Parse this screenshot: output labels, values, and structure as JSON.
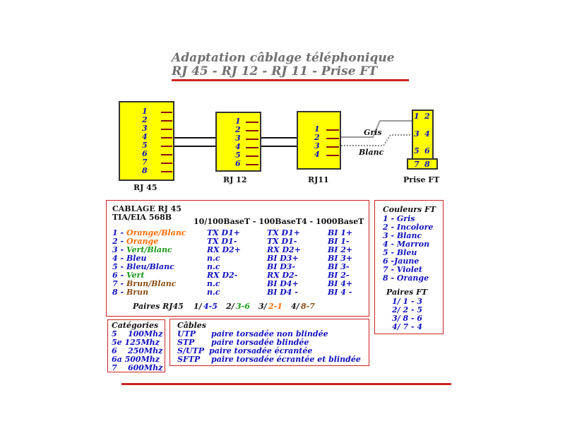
{
  "title": {
    "line1": "Adaptation câblage téléphonique",
    "line2": "RJ 45 - RJ 12 - RJ 11 - Prise FT"
  },
  "connectors": {
    "rj45": {
      "label": "RJ 45",
      "pins": [
        "1",
        "2",
        "3",
        "4",
        "5",
        "6",
        "7",
        "8"
      ]
    },
    "rj12": {
      "label": "RJ 12",
      "pins": [
        "1",
        "2",
        "3",
        "4",
        "5",
        "6"
      ]
    },
    "rj11": {
      "label": "RJ11",
      "pins": [
        "1",
        "2",
        "3",
        "4"
      ]
    },
    "prise_ft": {
      "label": "Prise FT",
      "pins": [
        "1",
        "2",
        "3",
        "4",
        "5",
        "6",
        "7",
        "8"
      ]
    }
  },
  "wires": {
    "gris": "Gris",
    "blanc": "Blanc"
  },
  "cablage": {
    "title1": "CABLAGE RJ 45",
    "title2": "TIA/EIA 568B",
    "columns_header": "10/100BaseT - 100BaseT4 - 1000BaseT",
    "rows": [
      {
        "num": "1 -",
        "color": "Orange/Blanc",
        "hex": "#ff6a00",
        "c1": "TX D1+",
        "c2": "TX D1+",
        "c3": "BI 1+"
      },
      {
        "num": "2 -",
        "color": "Orange",
        "hex": "#ff6a00",
        "c1": "TX D1-",
        "c2": "TX D1-",
        "c3": "BI 1-"
      },
      {
        "num": "3 -",
        "color": "Vert/Blanc",
        "hex": "#1a9a1a",
        "c1": "RX D2+",
        "c2": "RX D2+",
        "c3": "BI 2+"
      },
      {
        "num": "4 -",
        "color": "Bleu",
        "hex": "#1010c0",
        "c1": "n.c",
        "c2": "BI D3+",
        "c3": "BI 3+"
      },
      {
        "num": "5 -",
        "color": "Bleu/Blanc",
        "hex": "#1010c0",
        "c1": "n.c",
        "c2": "BI D3-",
        "c3": "BI 3-"
      },
      {
        "num": "6 -",
        "color": "Vert",
        "hex": "#1a9a1a",
        "c1": "RX D2-",
        "c2": "RX D2-",
        "c3": "BI 2-"
      },
      {
        "num": "7 -",
        "color": "Brun/Blanc",
        "hex": "#8a4a10",
        "c1": "n.c",
        "c2": "BI D4+",
        "c3": "BI 4+"
      },
      {
        "num": "8 -",
        "color": "Brun",
        "hex": "#8a4a10",
        "c1": "n.c",
        "c2": "BI D4 -",
        "c3": "BI 4 -"
      }
    ],
    "paires_label": "Paires RJ45",
    "paires": [
      {
        "n": "1/",
        "v": "4-5",
        "hex": "#1010c0"
      },
      {
        "n": "2/",
        "v": "3-6",
        "hex": "#1a9a1a"
      },
      {
        "n": "3/",
        "v": "2-1",
        "hex": "#ff6a00"
      },
      {
        "n": "4/",
        "v": "8-7",
        "hex": "#8a4a10"
      }
    ]
  },
  "couleurs_ft": {
    "title": "Couleurs FT",
    "items": [
      "1 - Gris",
      "2 - Incolore",
      "3 - Blanc",
      "4 - Marron",
      "5 - Bleu",
      "6 -Jaune",
      "7 - Violet",
      "8 - Orange"
    ],
    "paires_title": "Paires FT",
    "paires": [
      "1/ 1 - 3",
      "2/ 2 - 5",
      "3/ 8 - 6",
      "4/ 7 - 4"
    ]
  },
  "categories": {
    "title": "Catégories",
    "items": [
      "5    100Mhz",
      "5e 125Mhz",
      "6    250Mhz",
      "6a 500Mhz",
      "7    600Mhz"
    ]
  },
  "cables": {
    "title": "Câbles",
    "items": [
      {
        "k": "UTP",
        "v": "paire torsadée non blindée"
      },
      {
        "k": "STP",
        "v": "paire torsadée blindée"
      },
      {
        "k": "S/UTP",
        "v": "paire torsadée écrantée"
      },
      {
        "k": "SFTP",
        "v": "paire torsadée écrantée et blindée"
      }
    ]
  }
}
